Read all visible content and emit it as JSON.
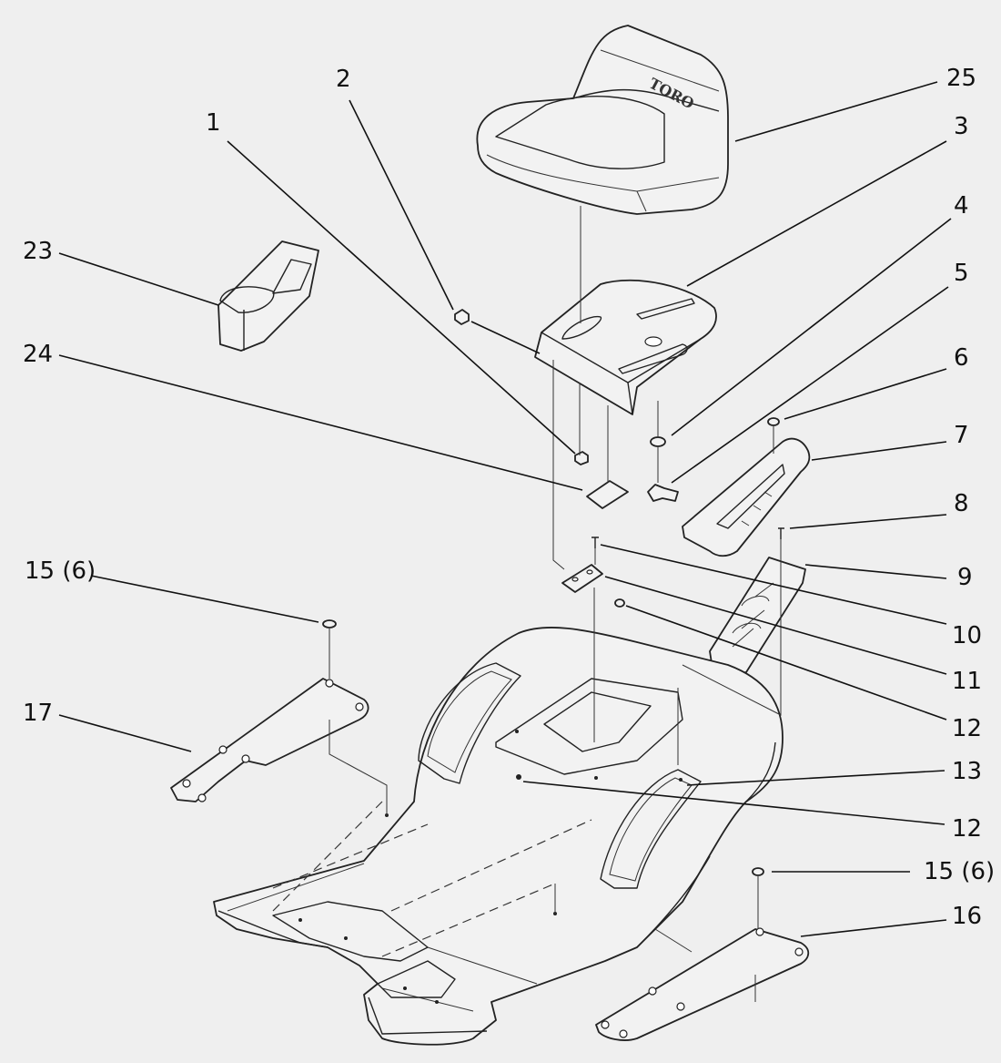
{
  "diagram": {
    "logo_text": "TORO",
    "callouts": [
      {
        "id": "1",
        "text": "1"
      },
      {
        "id": "2",
        "text": "2"
      },
      {
        "id": "3",
        "text": "3"
      },
      {
        "id": "4",
        "text": "4"
      },
      {
        "id": "5",
        "text": "5"
      },
      {
        "id": "6",
        "text": "6"
      },
      {
        "id": "7",
        "text": "7"
      },
      {
        "id": "8",
        "text": "8"
      },
      {
        "id": "9",
        "text": "9"
      },
      {
        "id": "10",
        "text": "10"
      },
      {
        "id": "11",
        "text": "11"
      },
      {
        "id": "12a",
        "text": "12"
      },
      {
        "id": "12b",
        "text": "12"
      },
      {
        "id": "13",
        "text": "13"
      },
      {
        "id": "15a",
        "text": "15 (6)"
      },
      {
        "id": "15b",
        "text": "15 (6)"
      },
      {
        "id": "16",
        "text": "16"
      },
      {
        "id": "17",
        "text": "17"
      },
      {
        "id": "23",
        "text": "23"
      },
      {
        "id": "24",
        "text": "24"
      },
      {
        "id": "25",
        "text": "25"
      }
    ]
  }
}
